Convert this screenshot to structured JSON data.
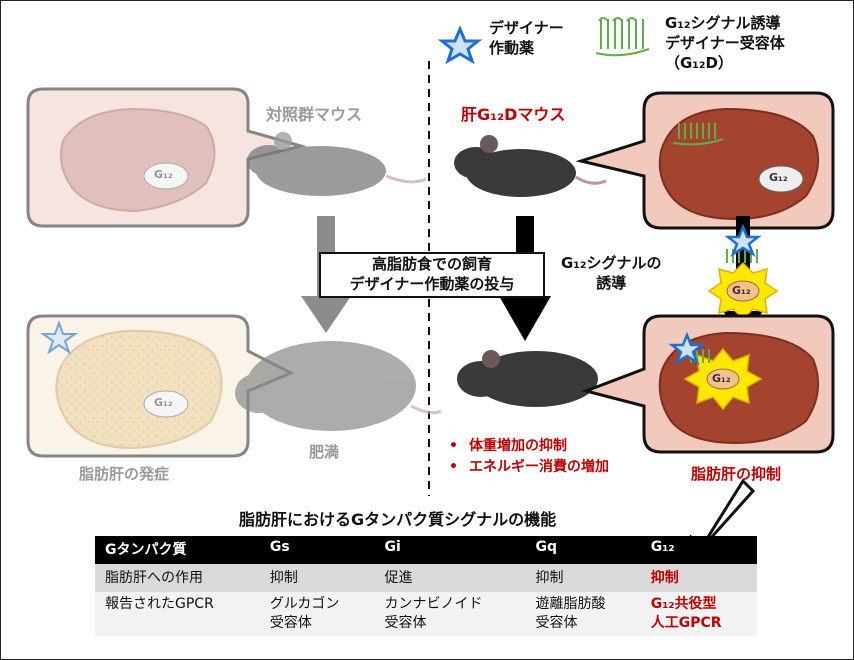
{
  "legend": {
    "drug_line1": "デザイナー",
    "drug_line2": "作動薬",
    "receptor_line1": "G₁₂シグナル誘導",
    "receptor_line2": "デザイナー受容体",
    "receptor_line3": "（G₁₂D）"
  },
  "labels": {
    "control_mouse": "対照群マウス",
    "liver_mouse": "肝G₁₂Dマウス",
    "obesity": "肥満",
    "fatty_liver_onset": "脂肪肝の発症",
    "fatty_liver_suppression": "脂肪肝の抑制",
    "induction_line1": "G₁₂シグナルの",
    "induction_line2": "誘導",
    "g12_badge": "G₁₂"
  },
  "center_box": {
    "line1": "高脂肪食での飼育",
    "line2": "デザイナー作動薬の投与"
  },
  "effects": [
    "体重増加の抑制",
    "エネルギー消費の増加"
  ],
  "table": {
    "title": "脂肪肝におけるGタンパク質シグナルの機能",
    "headers": [
      "Gタンパク質",
      "Gs",
      "Gi",
      "Gq",
      "G₁₂"
    ],
    "row1": [
      "脂肪肝への作用",
      "抑制",
      "促進",
      "抑制",
      "抑制"
    ],
    "row2_label": "報告されたGPCR",
    "row2": {
      "gs": [
        "グルカゴン",
        "受容体"
      ],
      "gi": [
        "カンナビノイド",
        "受容体"
      ],
      "gq": [
        "遊離脂肪酸",
        "受容体"
      ],
      "g12": [
        "G₁₂共役型",
        "人工GPCR"
      ]
    }
  },
  "colors": {
    "highlight_red": "#c00000",
    "liver_healthy": "#a4442e",
    "liver_fatty": "#e8c98a",
    "drug_star": "#1f6fd1",
    "receptor_green": "#5fae4a",
    "burst_yellow": "#ffe800"
  }
}
